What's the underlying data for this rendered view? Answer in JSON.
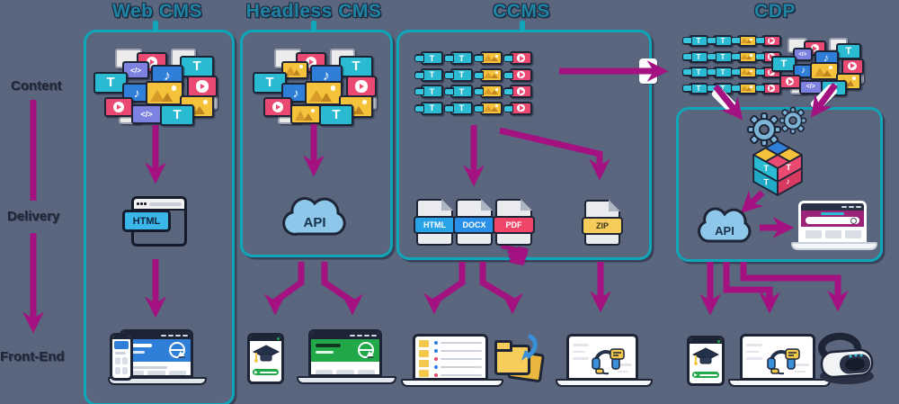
{
  "app": {
    "title": "Web CMS vs Headless CMS vs CCMS vs CDP content flow diagram"
  },
  "palette": {
    "background": "#5A657E",
    "box_border": "#0EA6B8",
    "title_text": "#1F84A3",
    "arrow_magenta": "#A31280",
    "dark_outline": "#1D2436",
    "row_label_text": "#1F2637",
    "tile_text_bg": "#2ABAD1",
    "tile_video_bg": "#EA4A72",
    "tile_audio_bg": "#2F7FD9",
    "tile_image_bg": "#F5C33B",
    "tile_code_bg": "#7D82E0",
    "tile_paper_bg": "#ECECEC",
    "badge_html_browser": "#3BB6E8",
    "badge_html_file": "#29A3E8",
    "badge_docx_file": "#2A8FE8",
    "badge_pdf_file": "#EF4568",
    "badge_zip_file": "#F6CD5A",
    "cloud_fill": "#8EC7EA",
    "site_blue": "#2F7FD9",
    "site_green": "#21A849",
    "site_magenta": "#9C2478",
    "folder_yellow": "#F2C94C",
    "gear_fill": "#7DB5D8"
  },
  "rows": [
    {
      "label": "Content"
    },
    {
      "label": "Delivery"
    },
    {
      "label": "Front-End"
    }
  ],
  "glyphs": {
    "text_tile": "T",
    "audio_note": "♪",
    "code": "</>",
    "pointing_hand": "☚"
  },
  "columns": [
    {
      "title": "Web CMS",
      "content_icon": "mixed-content-pile",
      "delivery": {
        "type": "browser-window",
        "badge": "HTML"
      },
      "frontend_icons": [
        "responsive-website-laptop-and-phone"
      ]
    },
    {
      "title": "Headless CMS",
      "content_icon": "mixed-content-pile",
      "delivery": {
        "type": "api-cloud",
        "badge": "API"
      },
      "frontend_icons": [
        "elearning-tablet",
        "green-website-laptop"
      ]
    },
    {
      "title": "CCMS",
      "content_icon": "tagged-component-grid",
      "delivery": {
        "type": "document-files",
        "badges": [
          "HTML",
          "DOCX",
          "PDF"
        ],
        "zip_badge": "ZIP"
      },
      "frontend_icons": [
        "docs-portal-laptop",
        "folder-transfer",
        "support-chat-laptop"
      ]
    },
    {
      "title": "CDP",
      "content_icon": "tagged-grid-and-mixed-pile",
      "delivery": {
        "type": "gears-cube-api-website",
        "badge": "API"
      },
      "frontend_icons": [
        "elearning-tablet",
        "support-chat-laptop",
        "vr-headset"
      ]
    }
  ]
}
